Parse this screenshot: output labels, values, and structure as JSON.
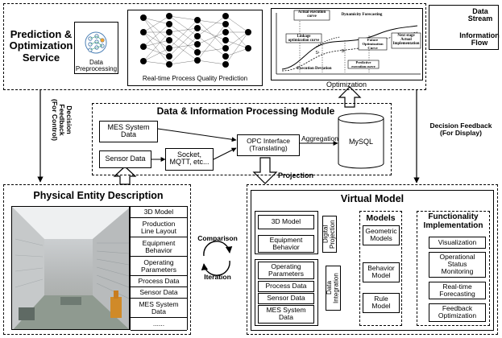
{
  "legend": {
    "data_stream": "Data\nStream",
    "information_flow": "Information\nFlow"
  },
  "prediction": {
    "title": "Prediction &\nOptimization\nService",
    "data_preprocessing": "Data\nPreprocessing",
    "quality_prediction": "Real-time Process Quality Prediction",
    "optimization_caption": "Optimization",
    "chart_labels": {
      "actual_execution_curve": "Actual execution\ncurve",
      "dynamicity_forecasting": "Dynamicity Forecasting",
      "linkage_optimization_curve": "Linkage\noptimization curve",
      "future_optimization_curve": "Future\nOptimization\nCurve",
      "next_stage": "Next stage\nActual\nImplementation",
      "predictive_execution_curve": "Predictive\nexecution curve",
      "execution_deviation": "Execution Deviation",
      "s1": "S¹",
      "s2": "S²"
    }
  },
  "processing": {
    "title": "Data & Information Processing Module",
    "mes_system_data": "MES System\nData",
    "sensor_data": "Sensor Data",
    "socket": "Socket,\nMQTT, etc...",
    "opc": "OPC Interface\n(Translating)",
    "aggregation": "Aggregation",
    "mysql": "MySQL"
  },
  "flows": {
    "decision_feedback_control": "Decision Feedback\n(For Control)",
    "decision_feedback_display": "Decision Feedback\n(For Display)",
    "projection": "Projection",
    "comparison": "Comparison",
    "iteration": "Iteration"
  },
  "physical": {
    "title": "Physical Entity Description",
    "items": [
      "3D Model",
      "Production\nLine Layout",
      "Equipment\nBehavior",
      "Operating\nParameters",
      "Process Data",
      "Sensor Data",
      "MES System\nData",
      "......"
    ]
  },
  "virtual": {
    "title": "Virtual Model",
    "model_3d": "3D Model",
    "equipment_behavior": "Equipment\nBehavior",
    "operating_parameters": "Operating\nParameters",
    "process_data": "Process Data",
    "sensor_data": "Sensor Data",
    "mes_system_data": "MES System\nData",
    "digital_projection": "Digital\nProjection",
    "data_integration": "Data\nIntegration",
    "models_title": "Models",
    "geometric_models": "Geometric\nModels",
    "behavior_model": "Behavior\nModel",
    "rule_model": "Rule\nModel",
    "functionality_title": "Functionality\nImplementation",
    "visualization": "Visualization",
    "operational_status": "Operational\nStatus\nMonitoring",
    "realtime_forecasting": "Real-time\nForecasting",
    "feedback_optimization": "Feedback\nOptimization"
  }
}
